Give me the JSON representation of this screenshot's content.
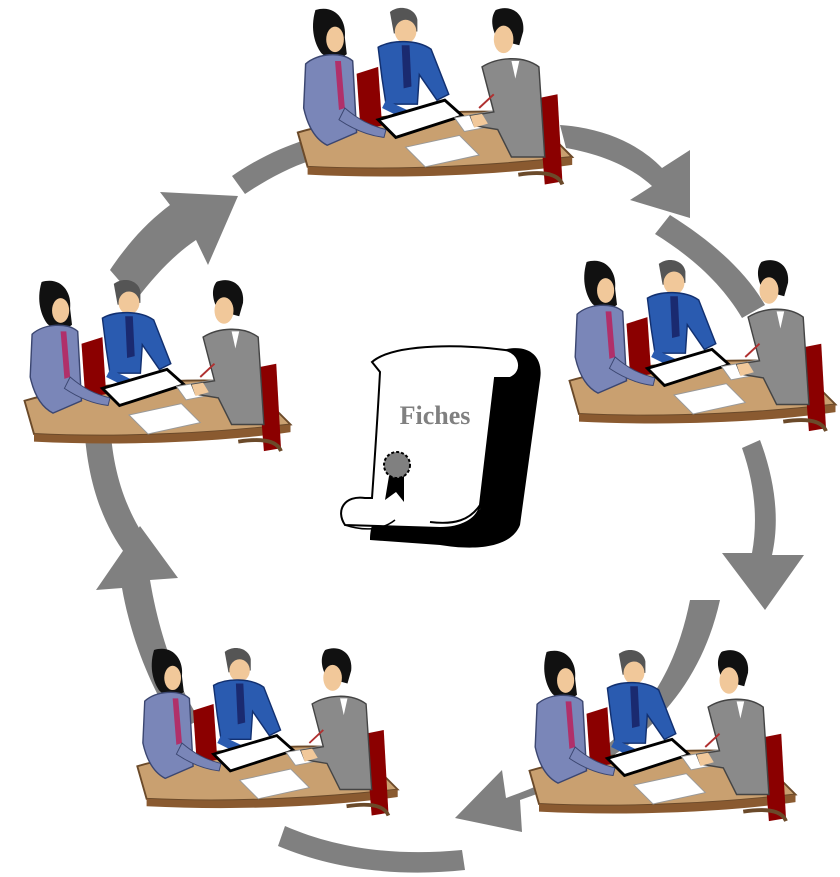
{
  "center": {
    "label": "Fiches",
    "icon": "scroll-certificate-icon"
  },
  "cycle": {
    "direction": "clockwise",
    "arrow_color": "#808080",
    "meetings": [
      {
        "name": "meeting-top",
        "icon": "business-meeting-icon"
      },
      {
        "name": "meeting-right",
        "icon": "business-meeting-icon"
      },
      {
        "name": "meeting-bottom-right",
        "icon": "business-meeting-icon"
      },
      {
        "name": "meeting-bottom-left",
        "icon": "business-meeting-icon"
      },
      {
        "name": "meeting-left",
        "icon": "business-meeting-icon"
      }
    ]
  },
  "colors": {
    "arrow": "#808080",
    "woman_jacket": "#7a86b8",
    "blue_suit": "#2a5bb0",
    "gray_suit": "#8a8a8a",
    "table": "#c9a070",
    "chair": "#8b0000",
    "hair": "#111111",
    "skin": "#f1c89a"
  }
}
